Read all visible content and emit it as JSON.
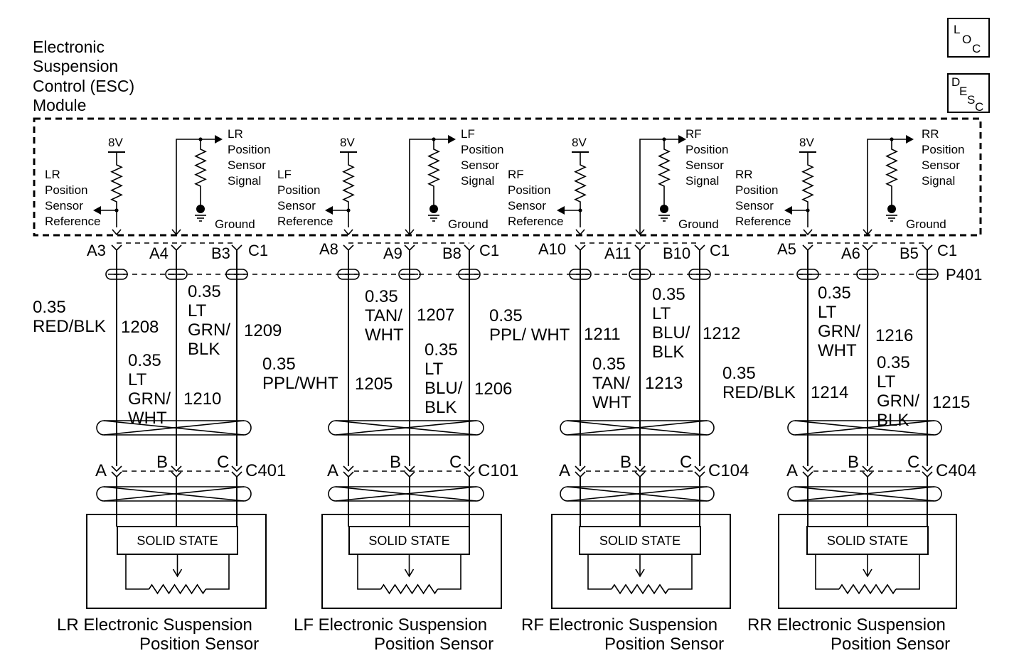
{
  "module": {
    "title": [
      "Electronic",
      "Suspension",
      "Control (ESC)",
      "Module"
    ]
  },
  "icons": {
    "loc": [
      "L",
      "O",
      "C"
    ],
    "desc": [
      "D",
      "E",
      "S",
      "C"
    ]
  },
  "connector_p401": "P401",
  "sensors": [
    {
      "id": "LR",
      "ref_voltage": "8V",
      "ref_label": [
        "LR",
        "Position",
        "Sensor",
        "Reference"
      ],
      "sig_label": [
        "LR",
        "Position",
        "Sensor",
        "Signal"
      ],
      "ground_label": "Ground",
      "pins": [
        "A3",
        "A4",
        "B3",
        "C1"
      ],
      "wires": [
        {
          "lines": [
            "0.35",
            "RED/BLK"
          ],
          "circuit": "1208"
        },
        {
          "lines": [
            "0.35",
            "LT",
            "GRN/",
            "WHT"
          ],
          "circuit": "1210"
        },
        {
          "lines": [
            "0.35",
            "LT",
            "GRN/",
            "BLK"
          ],
          "circuit": "1209"
        }
      ],
      "conn_pins": [
        "A",
        "B",
        "C"
      ],
      "connector": "C401",
      "box_label": "SOLID STATE",
      "name_line1": "LR  Electronic Suspension",
      "name_line2": "Position Sensor"
    },
    {
      "id": "LF",
      "ref_voltage": "8V",
      "ref_label": [
        "LF",
        "Position",
        "Sensor",
        "Reference"
      ],
      "sig_label": [
        "LF",
        "Position",
        "Sensor",
        "Signal"
      ],
      "ground_label": "Ground",
      "pins": [
        "A8",
        "A9",
        "B8",
        "C1"
      ],
      "wires": [
        {
          "lines": [
            "0.35",
            "PPL/WHT"
          ],
          "circuit": "1205"
        },
        {
          "lines": [
            "0.35",
            "TAN/",
            "WHT"
          ],
          "circuit": "1207"
        },
        {
          "lines": [
            "0.35",
            "LT",
            "BLU/",
            "BLK"
          ],
          "circuit": "1206"
        }
      ],
      "conn_pins": [
        "A",
        "B",
        "C"
      ],
      "connector": "C101",
      "box_label": "SOLID STATE",
      "name_line1": "LF Electronic Suspension",
      "name_line2": "Position Sensor"
    },
    {
      "id": "RF",
      "ref_voltage": "8V",
      "ref_label": [
        "RF",
        "Position",
        "Sensor",
        "Reference"
      ],
      "sig_label": [
        "RF",
        "Position",
        "Sensor",
        "Signal"
      ],
      "ground_label": "Ground",
      "pins": [
        "A10",
        "A11",
        "B10",
        "C1"
      ],
      "wires": [
        {
          "lines": [
            "0.35",
            "PPL/ WHT"
          ],
          "circuit": "1211"
        },
        {
          "lines": [
            "0.35",
            "TAN/",
            "WHT"
          ],
          "circuit": "1213"
        },
        {
          "lines": [
            "0.35",
            "LT",
            "BLU/",
            "BLK"
          ],
          "circuit": "1212"
        }
      ],
      "conn_pins": [
        "A",
        "B",
        "C"
      ],
      "connector": "C104",
      "box_label": "SOLID STATE",
      "name_line1": "RF Electronic Suspension",
      "name_line2": "Position Sensor"
    },
    {
      "id": "RR",
      "ref_voltage": "8V",
      "ref_label": [
        "RR",
        "Position",
        "Sensor",
        "Reference"
      ],
      "sig_label": [
        "RR",
        "Position",
        "Sensor",
        "Signal"
      ],
      "ground_label": "Ground",
      "pins": [
        "A5",
        "A6",
        "B5",
        "C1"
      ],
      "wires": [
        {
          "lines": [
            "0.35",
            "RED/BLK"
          ],
          "circuit": "1214"
        },
        {
          "lines": [
            "0.35",
            "LT",
            " GRN/",
            "WHT"
          ],
          "circuit": "1216"
        },
        {
          "lines": [
            "0.35",
            "LT",
            "GRN/",
            "BLK"
          ],
          "circuit": "1215"
        }
      ],
      "conn_pins": [
        "A",
        "B",
        "C"
      ],
      "connector": "C404",
      "box_label": "SOLID STATE",
      "name_line1": "RR Electronic Suspension",
      "name_line2": "Position Sensor"
    }
  ]
}
